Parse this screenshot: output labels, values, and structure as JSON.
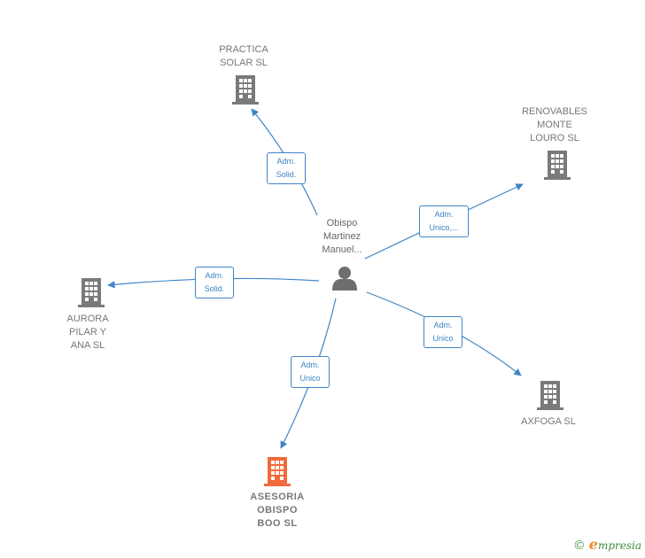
{
  "colors": {
    "edge": "#3d85c6",
    "building": "#7a7a7a",
    "building_highlight": "#f26a3c",
    "person": "#6e6e6e"
  },
  "center": {
    "name": "Obispo\nMartinez\nManuel...",
    "icon": "person-icon"
  },
  "companies": {
    "practica": "PRACTICA\nSOLAR SL",
    "renovables": "RENOVABLES\nMONTE\nLOURO  SL",
    "aurora": "AURORA\nPILAR Y\nANA SL",
    "axfoga": "AXFOGA SL",
    "asesoria": "ASESORIA\nOBISPO\nBOO  SL"
  },
  "roles": {
    "practica": "Adm.\nSolid.",
    "renovables": "Adm.\nUnico,...",
    "aurora": "Adm.\nSolid.",
    "axfoga": "Adm.\nUnico",
    "asesoria": "Adm.\nUnico"
  },
  "watermark": {
    "copyright": "©",
    "brand_initial": "e",
    "brand_rest": "mpresia"
  }
}
